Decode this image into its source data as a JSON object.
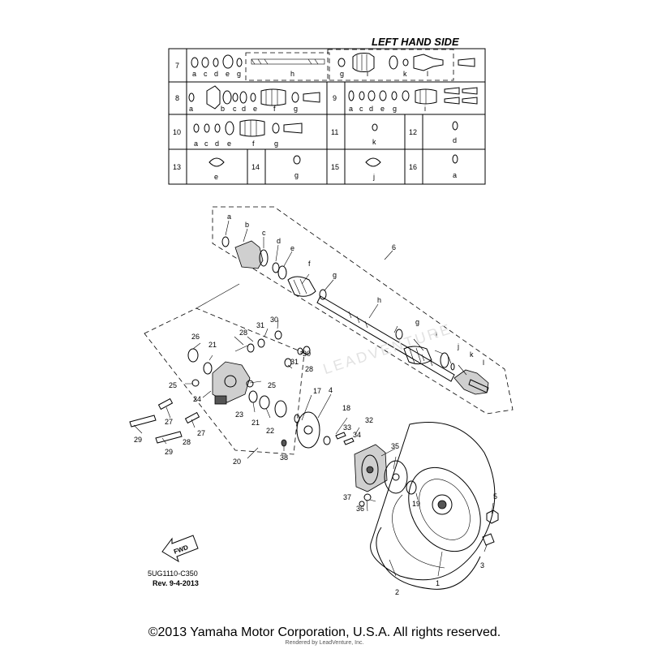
{
  "table": {
    "title": "LEFT HAND SIDE",
    "rows": [
      {
        "id": "7",
        "letters": [
          "a",
          "c",
          "d",
          "e",
          "g",
          "h",
          "g",
          "i",
          "k",
          "l"
        ]
      },
      {
        "id": "8",
        "letters": [
          "a",
          "b",
          "c",
          "d",
          "e",
          "f",
          "g"
        ]
      },
      {
        "id": "9",
        "letters": [
          "a",
          "c",
          "d",
          "e",
          "g",
          "i"
        ]
      },
      {
        "id": "10",
        "letters": [
          "a",
          "c",
          "d",
          "e",
          "f",
          "g"
        ]
      },
      {
        "id": "11",
        "letters": [
          "k"
        ]
      },
      {
        "id": "12",
        "letters": [
          "d"
        ]
      },
      {
        "id": "13",
        "letters": [
          "e"
        ]
      },
      {
        "id": "14",
        "letters": [
          "g"
        ]
      },
      {
        "id": "15",
        "letters": [
          "j"
        ]
      },
      {
        "id": "16",
        "letters": [
          "a"
        ]
      }
    ]
  },
  "shaft_labels": [
    "a",
    "b",
    "c",
    "d",
    "e",
    "f",
    "g",
    "h",
    "g",
    "i",
    "j",
    "k",
    "l"
  ],
  "callouts": [
    "1",
    "2",
    "3",
    "5",
    "6",
    "4",
    "17",
    "18",
    "19",
    "20",
    "21",
    "21",
    "22",
    "23",
    "24",
    "25",
    "25",
    "26",
    "27",
    "27",
    "28",
    "28",
    "28",
    "29",
    "29",
    "30",
    "30",
    "31",
    "31",
    "32",
    "33",
    "34",
    "35",
    "36",
    "37",
    "38"
  ],
  "fwd_label": "FWD",
  "diagram_code": "5UG1110-C350",
  "revision": "Rev.  9-4-2013",
  "watermark": "LEADVENTURE",
  "copyright": "©2013 Yamaha Motor Corporation, U.S.A. All rights reserved.",
  "render_note": "Rendered by LeadVenture, Inc."
}
